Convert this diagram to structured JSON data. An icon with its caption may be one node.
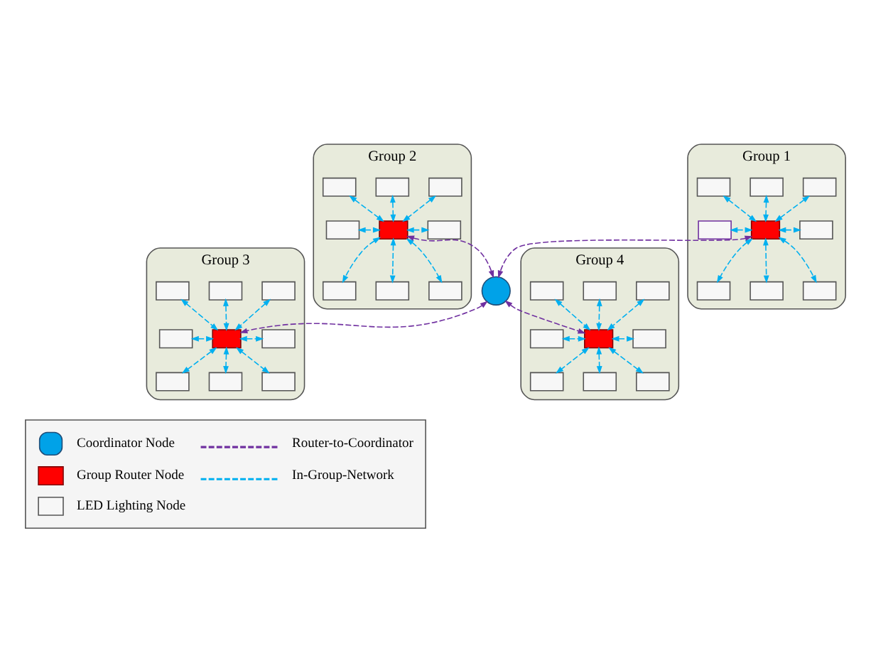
{
  "diagram": {
    "nodes": [
      {
        "text": [
          "Group 1"
        ]
      },
      {
        "text": [],
        "shape": "box",
        "in": 0
      },
      {
        "text": [],
        "shape": "box",
        "in": 0
      },
      {
        "text": [],
        "shape": "box",
        "in": 0
      },
      {
        "text": [],
        "shape": "box",
        "in": 0
      },
      {
        "text": [],
        "shape": "box",
        "in": 0
      },
      {
        "text": [],
        "shape": "box",
        "in": 0
      },
      {
        "text": [],
        "shape": "box",
        "in": 0
      },
      {
        "text": [],
        "shape": "box",
        "in": 0
      },
      {
        "text": [],
        "shape": "box",
        "in": 0
      },
      {
        "text": [
          "Group 2"
        ]
      },
      {
        "text": [],
        "shape": "box",
        "in": 10
      },
      {
        "text": [],
        "shape": "box",
        "in": 10
      },
      {
        "text": [],
        "shape": "box",
        "in": 10
      },
      {
        "text": [],
        "shape": "box",
        "in": 10
      },
      {
        "text": [],
        "shape": "box",
        "in": 10
      },
      {
        "text": [],
        "shape": "box",
        "in": 10
      },
      {
        "text": [],
        "shape": "box",
        "in": 10
      },
      {
        "text": [],
        "shape": "box",
        "in": 10
      },
      {
        "text": [],
        "shape": "box",
        "in": 10
      },
      {
        "text": [],
        "shape": "circle"
      },
      {
        "text": [
          "Group 3"
        ]
      },
      {
        "text": [],
        "shape": "box",
        "in": 21
      },
      {
        "text": [],
        "shape": "box",
        "in": 21
      },
      {
        "text": [],
        "shape": "box",
        "in": 21
      },
      {
        "text": [],
        "shape": "box",
        "in": 21
      },
      {
        "text": [],
        "shape": "box",
        "in": 21
      },
      {
        "text": [],
        "shape": "box",
        "in": 21
      },
      {
        "text": [],
        "shape": "box",
        "in": 21
      },
      {
        "text": [],
        "shape": "box",
        "in": 21
      },
      {
        "text": [],
        "shape": "box",
        "in": 21
      },
      {
        "text": [
          "Group 4"
        ]
      },
      {
        "text": [],
        "shape": "box",
        "in": 31
      },
      {
        "text": [],
        "shape": "box",
        "in": 31
      },
      {
        "text": [],
        "shape": "box",
        "in": 31
      },
      {
        "text": [],
        "shape": "box",
        "in": 31
      },
      {
        "text": [],
        "shape": "box",
        "in": 31
      },
      {
        "text": [],
        "shape": "box",
        "in": 31
      },
      {
        "text": [],
        "shape": "box",
        "in": 31
      },
      {
        "text": [],
        "shape": "box",
        "in": 31
      },
      {
        "text": [],
        "shape": "box",
        "in": 31
      }
    ],
    "edges": [
      {
        "from": 2,
        "to": 1,
        "arrow": "both",
        "style": "dashed"
      },
      {
        "from": 3,
        "to": 1,
        "arrow": "both",
        "style": "dashed"
      },
      {
        "from": 4,
        "to": 1,
        "arrow": "both",
        "style": "dashed"
      },
      {
        "from": 5,
        "to": 1,
        "arrow": "both",
        "style": "dashed"
      },
      {
        "from": 1,
        "to": 6,
        "arrow": "both",
        "style": "dashed"
      },
      {
        "from": 1,
        "to": 7,
        "arrow": "both",
        "style": "dashed"
      },
      {
        "from": 1,
        "to": 8,
        "arrow": "both",
        "style": "dashed"
      },
      {
        "from": 1,
        "to": 9,
        "arrow": "both",
        "style": "dashed"
      },
      {
        "from": 12,
        "to": 11,
        "arrow": "both",
        "style": "dashed"
      },
      {
        "from": 13,
        "to": 11,
        "arrow": "both",
        "style": "dashed"
      },
      {
        "from": 14,
        "to": 11,
        "arrow": "both",
        "style": "dashed"
      },
      {
        "from": 15,
        "to": 11,
        "arrow": "both",
        "style": "dashed"
      },
      {
        "from": 11,
        "to": 16,
        "arrow": "both",
        "style": "dashed"
      },
      {
        "from": 11,
        "to": 17,
        "arrow": "both",
        "style": "dashed"
      },
      {
        "from": 11,
        "to": 18,
        "arrow": "both",
        "style": "dashed"
      },
      {
        "from": 11,
        "to": 19,
        "arrow": "both",
        "style": "dashed"
      },
      {
        "from": 23,
        "to": 22,
        "arrow": "both",
        "style": "dashed"
      },
      {
        "from": 24,
        "to": 22,
        "arrow": "both",
        "style": "dashed"
      },
      {
        "from": 25,
        "to": 22,
        "arrow": "both",
        "style": "dashed"
      },
      {
        "from": 26,
        "to": 22,
        "arrow": "both",
        "style": "dashed"
      },
      {
        "from": 22,
        "to": 27,
        "arrow": "both",
        "style": "dashed"
      },
      {
        "from": 22,
        "to": 28,
        "arrow": "both",
        "style": "dashed"
      },
      {
        "from": 22,
        "to": 29,
        "arrow": "both",
        "style": "dashed"
      },
      {
        "from": 22,
        "to": 30,
        "arrow": "both",
        "style": "dashed"
      },
      {
        "from": 33,
        "to": 32,
        "arrow": "both",
        "style": "dashed"
      },
      {
        "from": 34,
        "to": 32,
        "arrow": "both",
        "style": "dashed"
      },
      {
        "from": 35,
        "to": 32,
        "arrow": "both",
        "style": "dashed"
      },
      {
        "from": 36,
        "to": 32,
        "arrow": "both",
        "style": "dashed"
      },
      {
        "from": 32,
        "to": 37,
        "arrow": "both",
        "style": "dashed"
      },
      {
        "from": 32,
        "to": 38,
        "arrow": "both",
        "style": "dashed"
      },
      {
        "from": 32,
        "to": 39,
        "arrow": "both",
        "style": "dashed"
      },
      {
        "from": 32,
        "to": 40,
        "arrow": "both",
        "style": "dashed"
      },
      {
        "from": 1,
        "to": 20,
        "arrow": "both",
        "style": "dashed",
        "color": "#7030a0"
      },
      {
        "from": 11,
        "to": 20,
        "arrow": "both",
        "style": "dashed",
        "color": "#7030a0"
      },
      {
        "from": 20,
        "to": 22,
        "arrow": "both",
        "style": "dashed",
        "color": "#7030a0"
      },
      {
        "from": 20,
        "to": 32,
        "arrow": "both",
        "style": "dashed",
        "color": "#7030a0"
      }
    ],
    "legend": [
      {
        "text": "Coordinator Node"
      },
      {
        "text": "Router-to-Coordinator"
      },
      {
        "text": "Group Router Node"
      },
      {
        "text": "In-Group-Network"
      },
      {
        "text": "LED Lighting Node"
      }
    ]
  }
}
